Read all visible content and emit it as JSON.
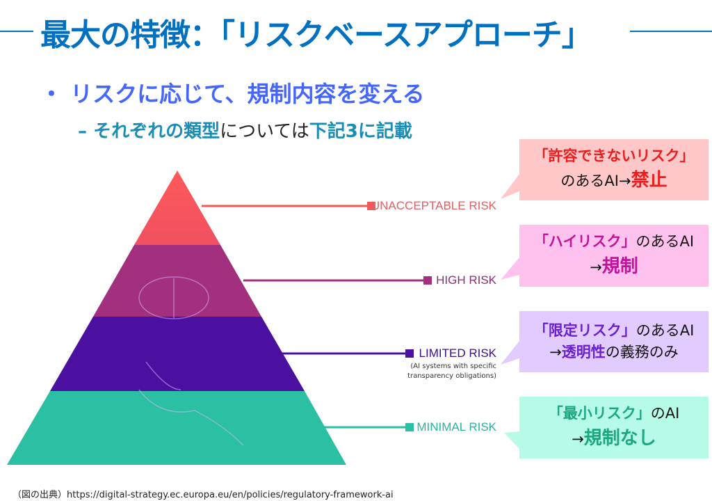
{
  "title": "最大の特徴：「リスクベースアプローチ」",
  "bullet": "・ リスクに応じて、規制内容を変える",
  "sub": {
    "dash": "– ",
    "part1": "それぞれの類型",
    "part2": "については",
    "part3": "下記3に記載"
  },
  "pyramid": {
    "levels": [
      {
        "label": "UNACCEPTABLE RISK",
        "color": "#f0585a"
      },
      {
        "label": "HIGH RISK",
        "color": "#a3307f"
      },
      {
        "label": "LIMITED RISK",
        "note1": "(AI systems with specific",
        "note2": "transparency obligations)",
        "color": "#4b0fa0"
      },
      {
        "label": "MINIMAL RISK",
        "color": "#2bbfa3"
      }
    ]
  },
  "callouts": [
    {
      "a": "「許容できないリスク」",
      "b": "のあるAI→",
      "c": "禁止",
      "bg": "#ffc8c8",
      "accent": "#ee1c1c"
    },
    {
      "a": "「ハイリスク」",
      "b": "のあるAI",
      "c1": "→",
      "c": "規制",
      "bg": "#ffc2ef",
      "accent": "#c0139a"
    },
    {
      "a": "「限定リスク」",
      "b": "のあるAI",
      "c1": "→",
      "c": "透明性",
      "d": "の義務のみ",
      "bg": "#e2cbff",
      "accent": "#6a1fd0"
    },
    {
      "a": "「最小リスク」",
      "b": "のAI",
      "c1": "→",
      "c": "規制なし",
      "bg": "#b5fbe7",
      "accent": "#1aa87c"
    }
  ],
  "footer": {
    "prefix": "（図の出典）",
    "url": "https://digital-strategy.ec.europa.eu/en/policies/regulatory-framework-ai"
  }
}
